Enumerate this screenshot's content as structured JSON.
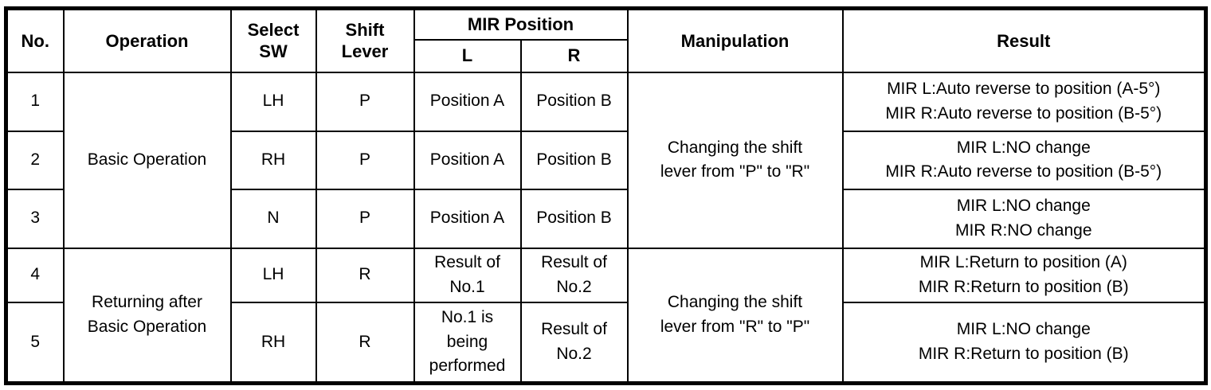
{
  "table": {
    "headers": {
      "no": "No.",
      "operation": "Operation",
      "select_sw": "Select\nSW",
      "shift_lever": "Shift\nLever",
      "mir_position": "MIR Position",
      "mir_l": "L",
      "mir_r": "R",
      "manipulation": "Manipulation",
      "result": "Result"
    },
    "groups": [
      {
        "operation": "Basic Operation",
        "manipulation": "Changing the shift\nlever from \"P\" to \"R\""
      },
      {
        "operation": "Returning after\nBasic Operation",
        "manipulation": "Changing the shift\nlever from \"R\" to \"P\""
      }
    ],
    "rows": [
      {
        "no": "1",
        "select_sw": "LH",
        "shift_lever": "P",
        "mir_l": "Position A",
        "mir_r": "Position B",
        "result": "MIR L:Auto reverse to position (A-5°)\nMIR R:Auto reverse to position (B-5°)"
      },
      {
        "no": "2",
        "select_sw": "RH",
        "shift_lever": "P",
        "mir_l": "Position A",
        "mir_r": "Position B",
        "result": "MIR L:NO change\nMIR R:Auto reverse to position (B-5°)"
      },
      {
        "no": "3",
        "select_sw": "N",
        "shift_lever": "P",
        "mir_l": "Position A",
        "mir_r": "Position B",
        "result": "MIR L:NO change\nMIR R:NO change"
      },
      {
        "no": "4",
        "select_sw": "LH",
        "shift_lever": "R",
        "mir_l": "Result of\nNo.1",
        "mir_r": "Result of\nNo.2",
        "result": "MIR L:Return to position (A)\nMIR R:Return to position (B)"
      },
      {
        "no": "5",
        "select_sw": "RH",
        "shift_lever": "R",
        "mir_l": "No.1 is\nbeing\nperformed",
        "mir_r": "Result of\nNo.2",
        "result": "MIR L:NO change\nMIR R:Return to position (B)"
      }
    ]
  }
}
